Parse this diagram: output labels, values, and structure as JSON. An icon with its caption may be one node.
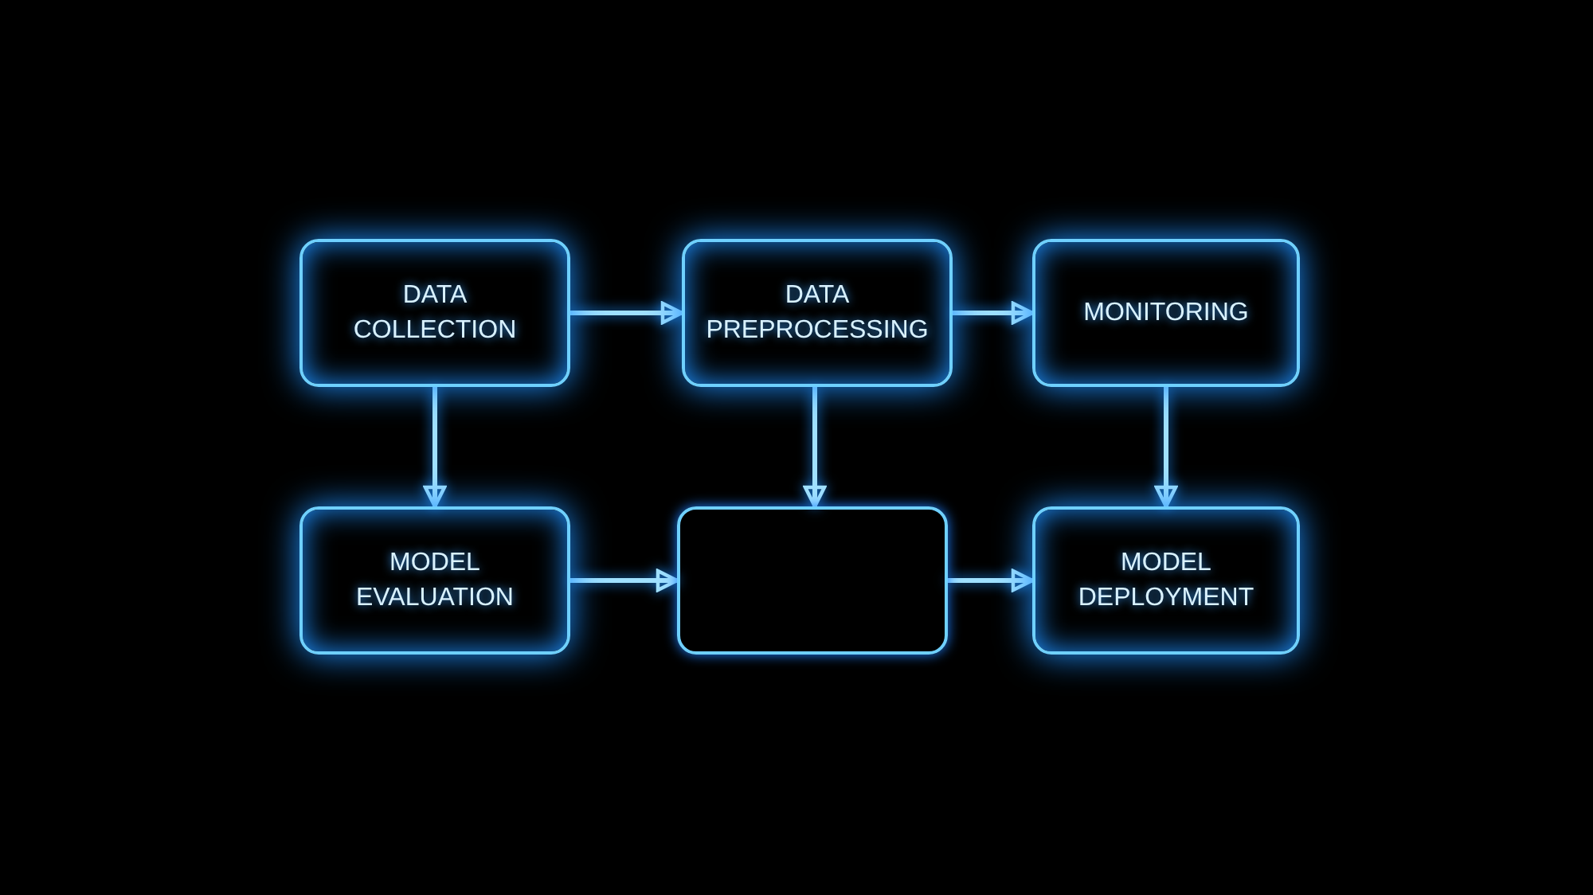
{
  "diagram": {
    "nodes": [
      {
        "text": [
          "DATA COLLECTION"
        ]
      },
      {
        "text": [
          "DATA PREPROCESSING"
        ]
      },
      {
        "text": [
          "MONITORING"
        ]
      },
      {
        "text": [
          "MODEL EVALUATION"
        ]
      },
      {
        "text": [],
        "shape": "box"
      },
      {
        "text": [
          "MODEL DEPLOYMENT"
        ]
      }
    ],
    "edges": [
      {
        "from": 0,
        "to": 1,
        "arrow": "to"
      },
      {
        "from": 1,
        "to": 2,
        "arrow": "to"
      },
      {
        "from": 0,
        "to": 3,
        "arrow": "to"
      },
      {
        "from": 1,
        "to": 4,
        "arrow": "to"
      },
      {
        "from": 2,
        "to": 5,
        "arrow": "to"
      },
      {
        "from": 3,
        "to": 4,
        "arrow": "to"
      },
      {
        "from": 4,
        "to": 5,
        "arrow": "to"
      }
    ]
  }
}
